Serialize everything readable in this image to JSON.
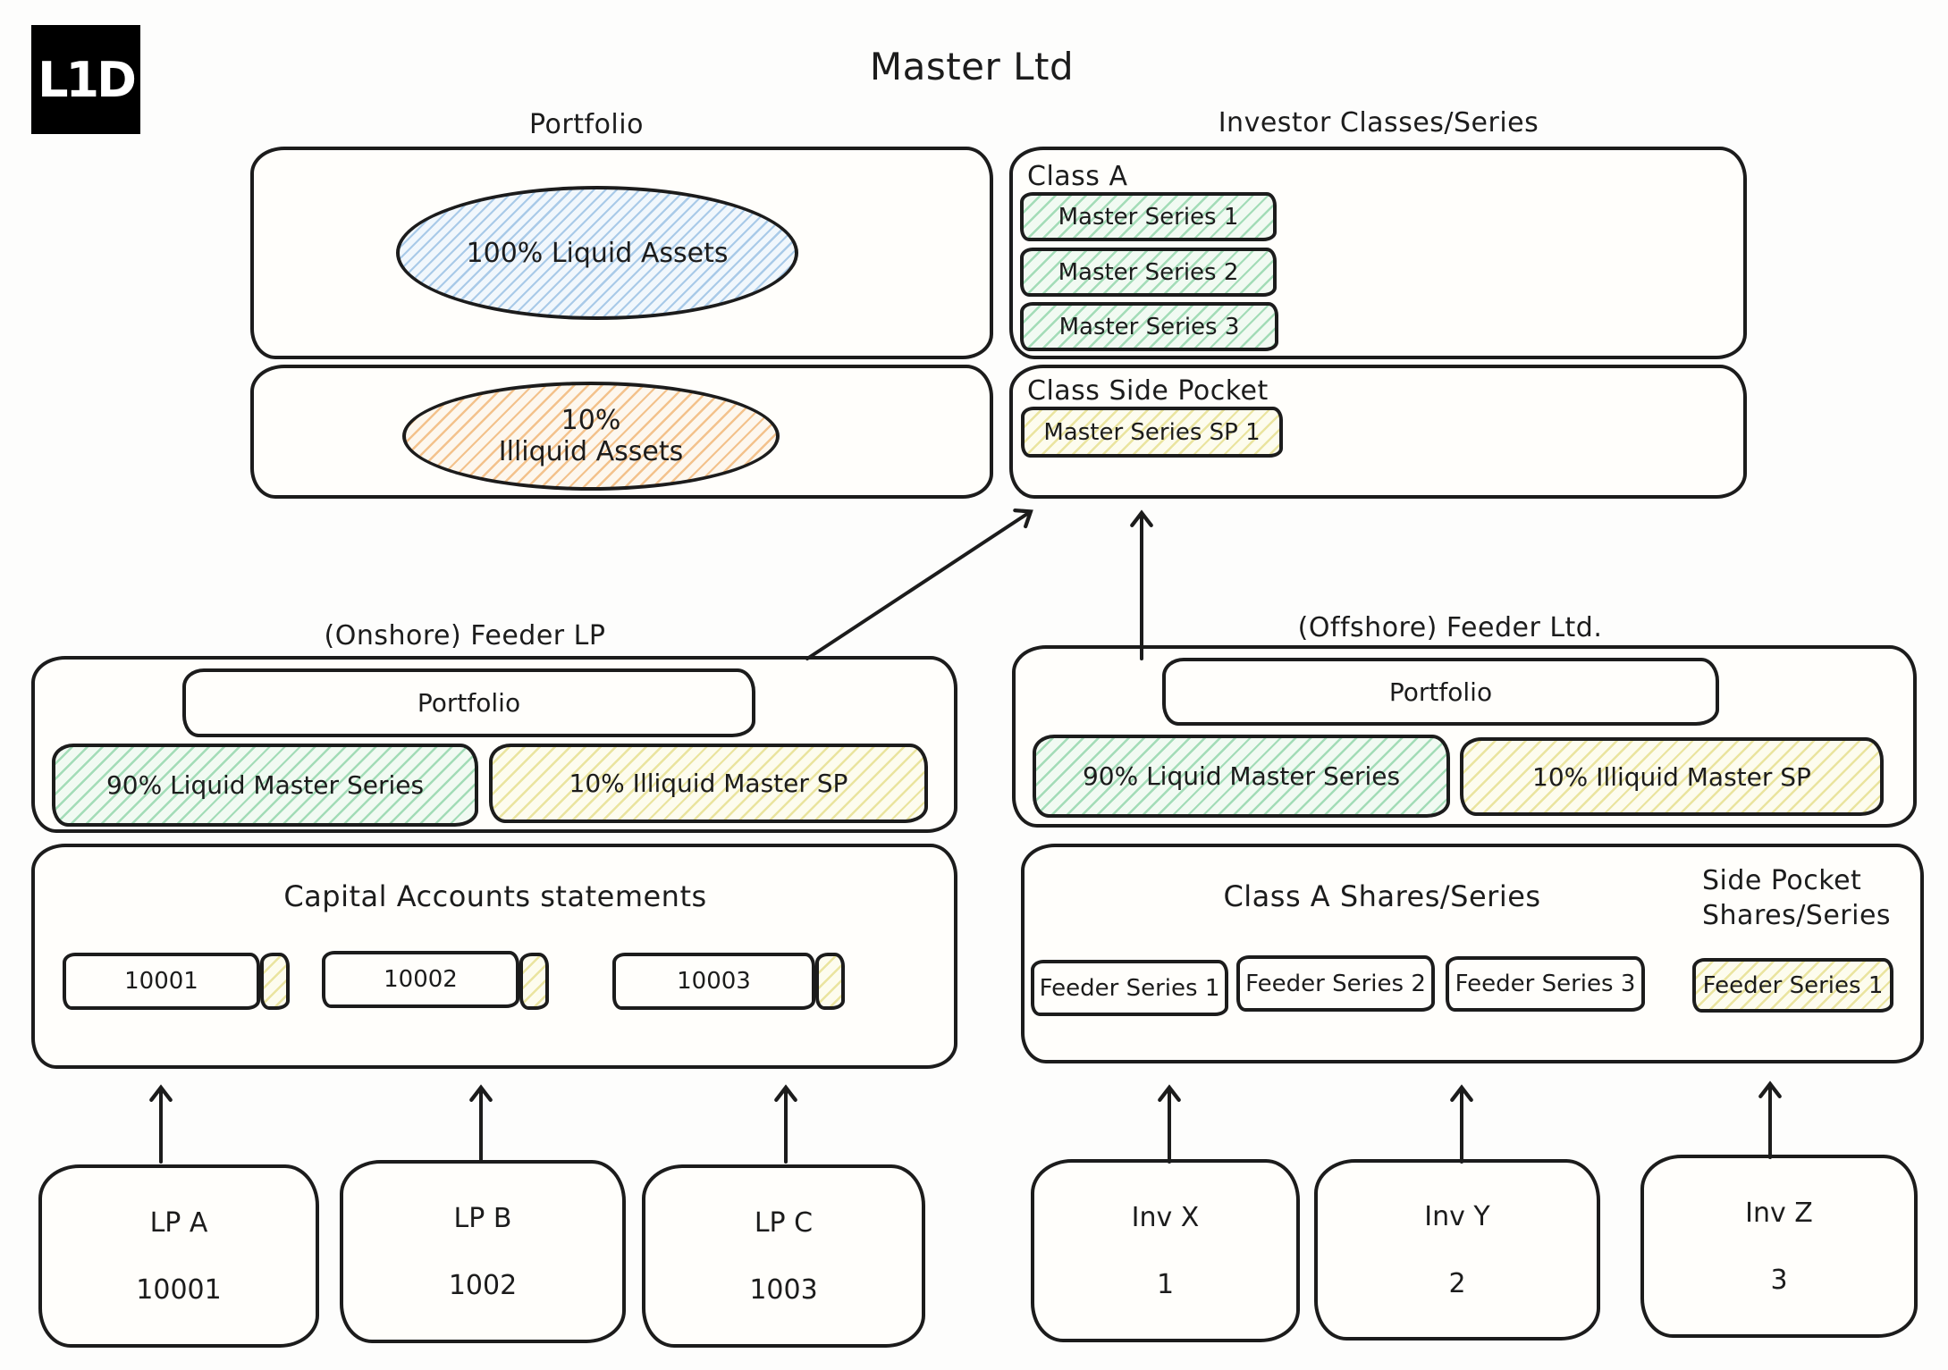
{
  "colors": {
    "ink": "#1c1c1c",
    "blue_hatch": "#6ea5d7",
    "green_hatch": "#55be7d",
    "yellow_hatch": "#d7cd50",
    "orange_hatch": "#eb963c",
    "logo_bg": "#000000",
    "logo_text": "#ffffff"
  },
  "logo": "L1D",
  "title": "Master Ltd",
  "master": {
    "portfolio_label": "Portfolio",
    "investor_label": "Investor Classes/Series",
    "liquid_assets": "100% Liquid Assets",
    "illiquid_line1": "10%",
    "illiquid_line2": "Illiquid Assets",
    "class_a_label": "Class A",
    "class_a_series": [
      "Master Series 1",
      "Master Series 2",
      "Master Series 3"
    ],
    "side_pocket_label": "Class Side Pocket",
    "side_pocket_series": [
      "Master Series SP 1"
    ]
  },
  "onshore": {
    "title": "(Onshore) Feeder LP",
    "portfolio_label": "Portfolio",
    "liquid_label": "90% Liquid Master Series",
    "illiquid_label": "10% Illiquid Master SP",
    "accounts_title": "Capital Accounts statements",
    "accounts": [
      "10001",
      "10002",
      "10003"
    ],
    "investors": [
      {
        "name": "LP A",
        "number": "10001"
      },
      {
        "name": "LP B",
        "number": "1002"
      },
      {
        "name": "LP C",
        "number": "1003"
      }
    ]
  },
  "offshore": {
    "title": "(Offshore) Feeder Ltd.",
    "portfolio_label": "Portfolio",
    "liquid_label": "90% Liquid Master Series",
    "illiquid_label": "10% Illiquid Master SP",
    "class_a_label": "Class A Shares/Series",
    "side_pocket_line1": "Side Pocket",
    "side_pocket_line2": "Shares/Series",
    "series": [
      "Feeder Series 1",
      "Feeder Series 2",
      "Feeder Series 3"
    ],
    "side_pocket_series": [
      "Feeder Series 1"
    ],
    "investors": [
      {
        "name": "Inv X",
        "number": "1"
      },
      {
        "name": "Inv Y",
        "number": "2"
      },
      {
        "name": "Inv Z",
        "number": "3"
      }
    ]
  }
}
